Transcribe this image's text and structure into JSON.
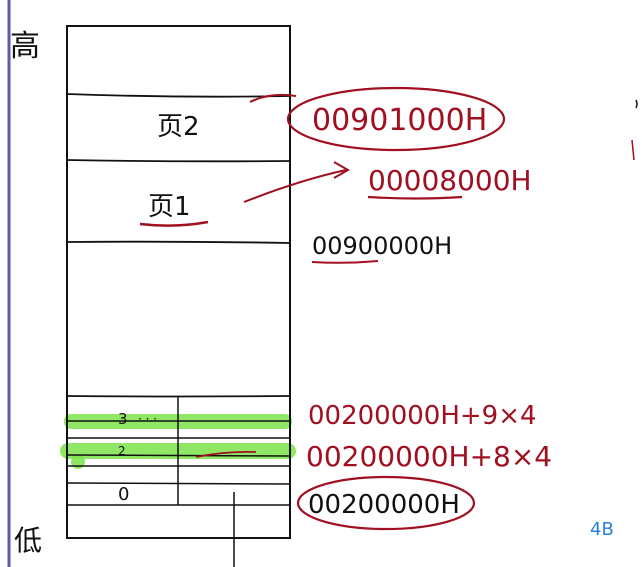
{
  "labels": {
    "high": "高",
    "low": "低",
    "page2": "页2",
    "page1": "页1",
    "addr_page2": "00901000H",
    "addr_page1": "00008000H",
    "addr_mid": "00900000H",
    "entry3": "3",
    "entry2": "2",
    "entry0": "0",
    "addr_entry3": "00200000H+9×4",
    "addr_entry2": "00200000H+8×4",
    "addr_base": "00200000H",
    "corner_note": "4B"
  },
  "colors": {
    "ink": "#111111",
    "annotation": "#a01020",
    "highlight": "#7de34a",
    "side_line": "#5a5aa8",
    "note": "#2a7fd6"
  }
}
